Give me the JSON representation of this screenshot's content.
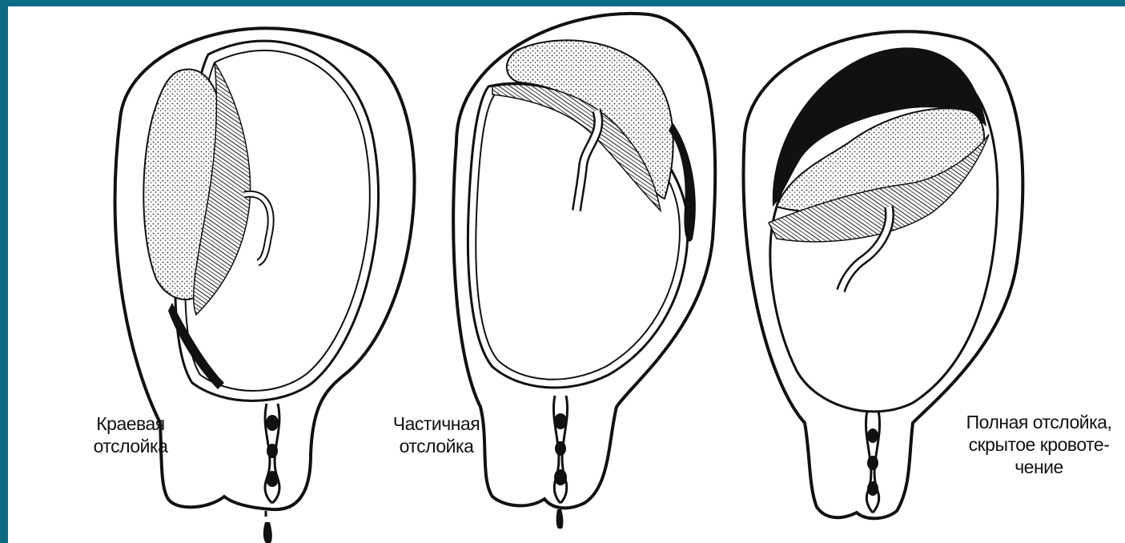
{
  "diagram": {
    "panels": [
      {
        "caption_line1": "Краевая",
        "caption_line2": "отслойка"
      },
      {
        "caption_line1": "Частичная",
        "caption_line2": "отслойка"
      },
      {
        "caption_line1": "Полная отслойка,",
        "caption_line2": "скрытое кровоте-",
        "caption_line3": "чение"
      }
    ]
  },
  "colors": {
    "background_border": "#0e6b84",
    "ink": "#111111",
    "paper": "#ffffff"
  }
}
